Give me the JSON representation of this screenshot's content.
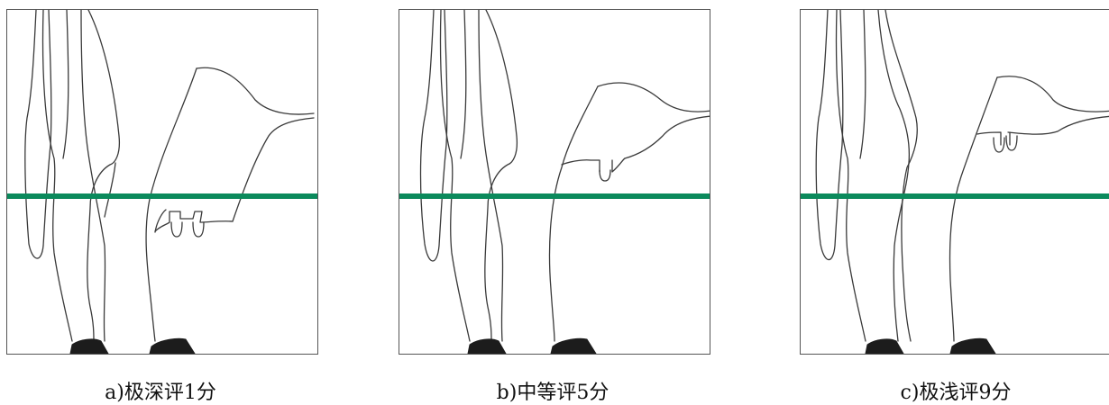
{
  "accent_color": "#0b8a5c",
  "panels": [
    {
      "caption": "a)极深评1分",
      "score": 1
    },
    {
      "caption": "b)中等评5分",
      "score": 5
    },
    {
      "caption": "c)极浅评9分",
      "score": 9
    }
  ]
}
